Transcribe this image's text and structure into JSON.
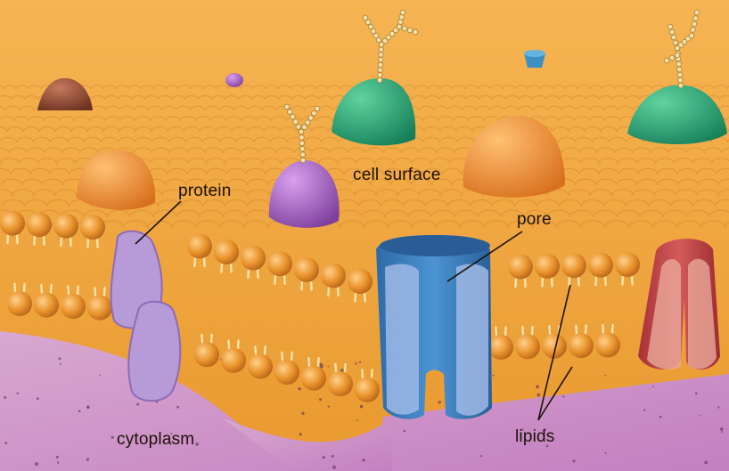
{
  "labels": {
    "protein": "protein",
    "cell_surface": "cell surface",
    "pore": "pore",
    "cytoplasm": "cytoplasm",
    "lipids": "lipids"
  },
  "colors": {
    "surface": "#f2a93e",
    "lipid_head": "#e8922a",
    "cytoplasm": "#c98fc4",
    "pore_protein": "#3b7fc0",
    "green_protein": "#26a070",
    "purple_protein": "#9a5fb8",
    "lavender_protein": "#b294d6",
    "red_protein": "#c0484a",
    "orange_protein": "#ef8a2c",
    "brown_protein": "#8a4a35"
  },
  "icons": {
    "glycoprotein_chain": "beaded-chain-icon",
    "lipid": "phospholipid-icon"
  }
}
